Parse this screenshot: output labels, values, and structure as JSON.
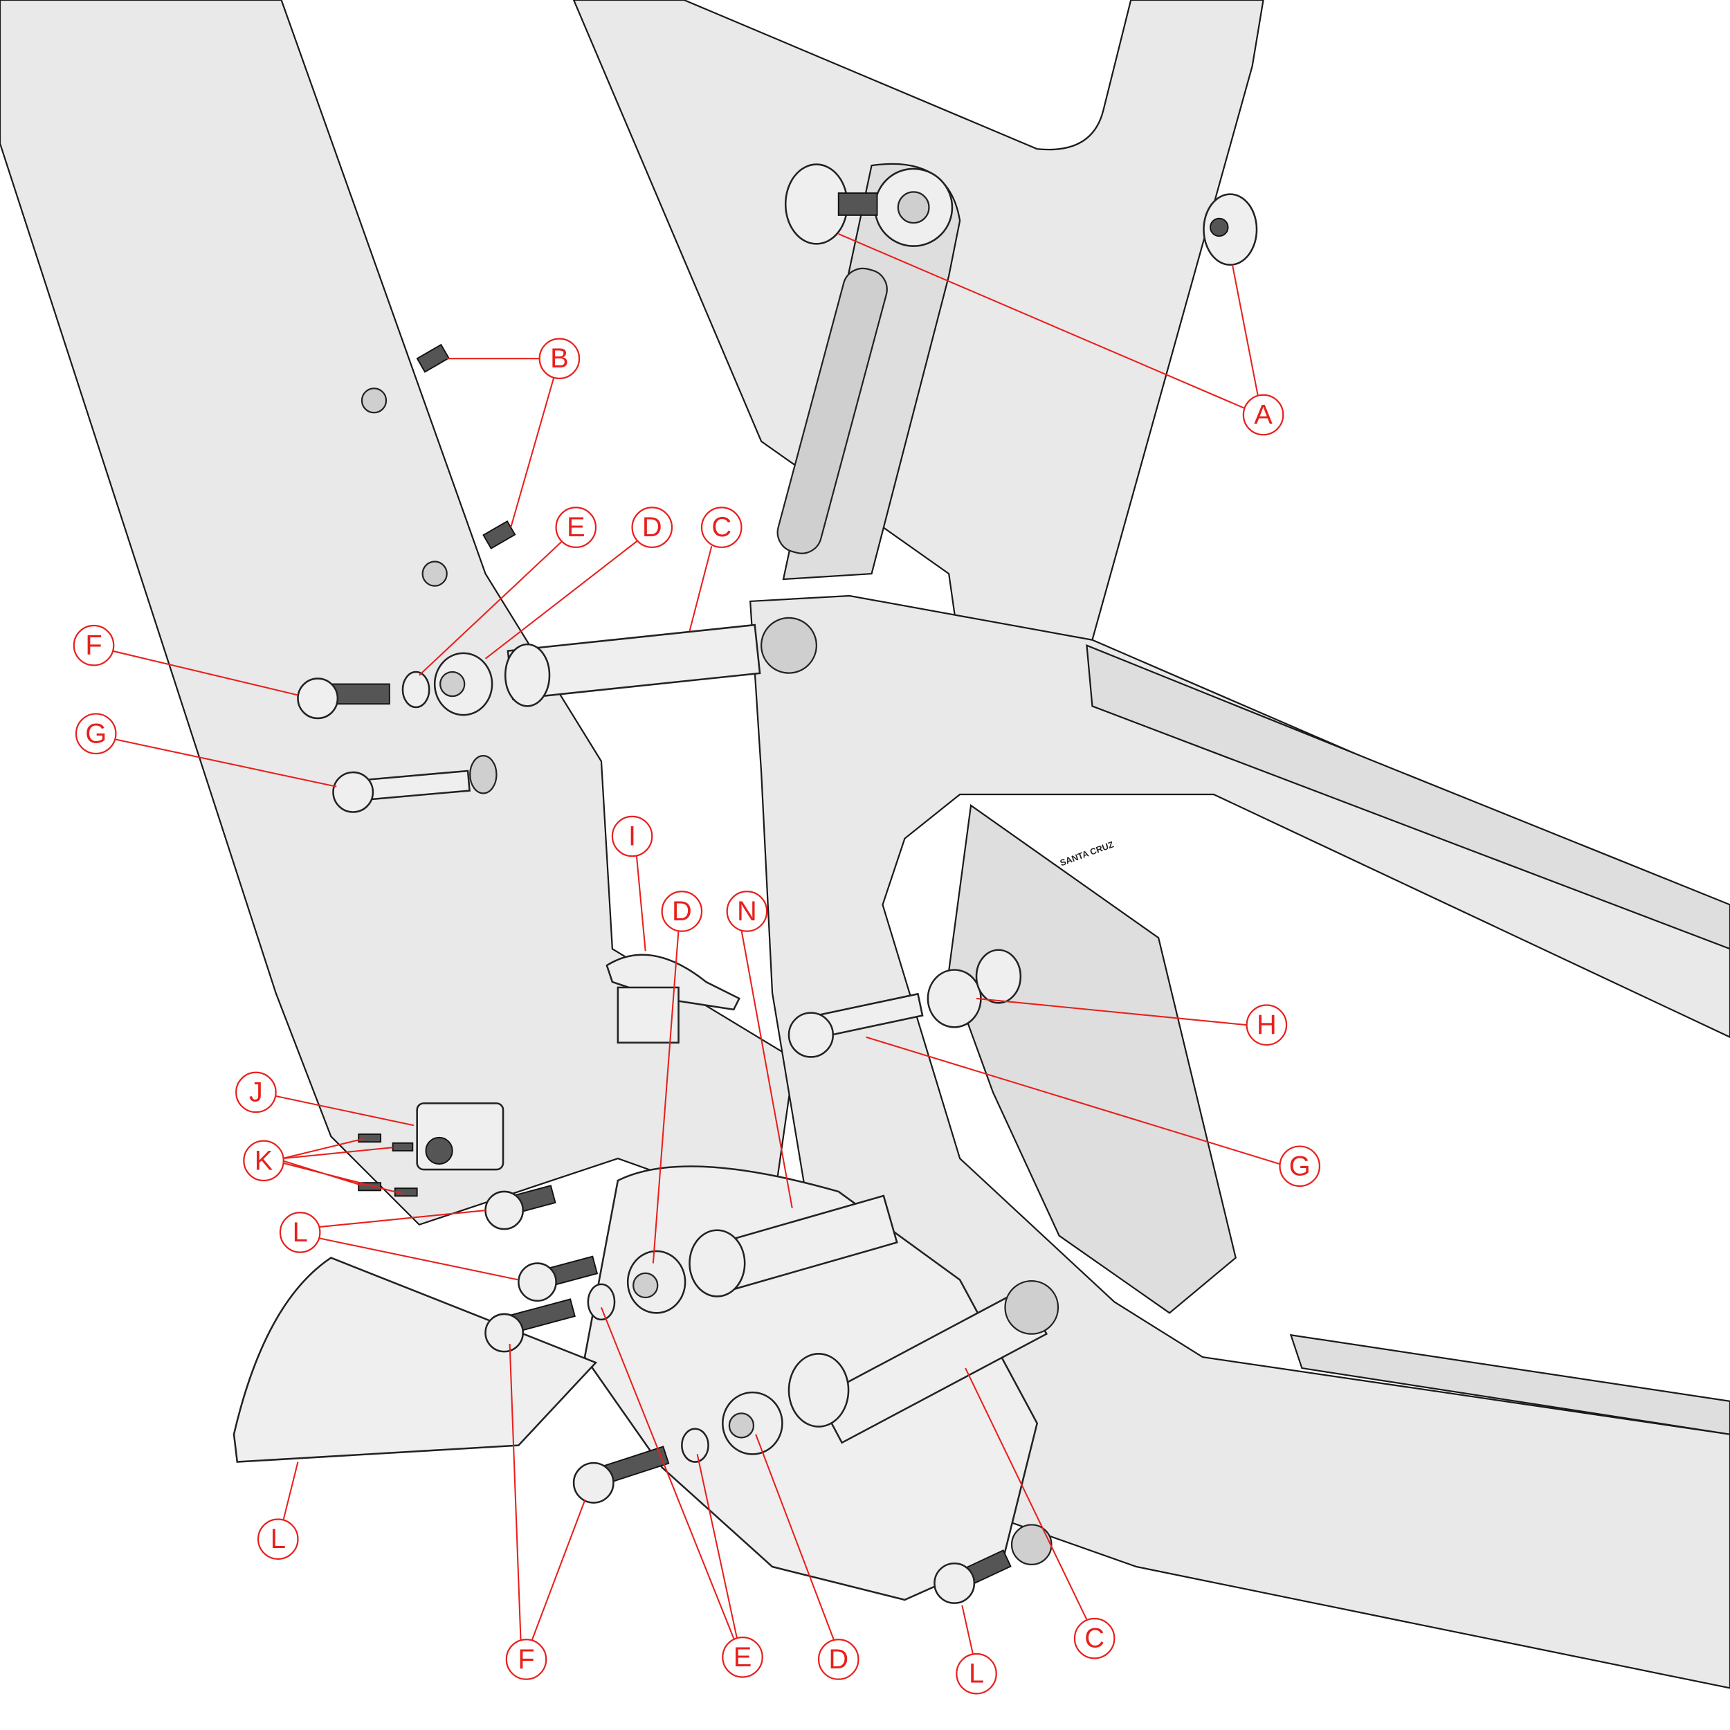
{
  "diagram": {
    "title": "Frame hardware exploded view",
    "accent_color": "#e8201c",
    "frame_logo": "SANTA CRUZ",
    "callouts": {
      "A": "A",
      "B": "B",
      "C_top": "C",
      "D_top": "D",
      "E_top": "E",
      "F_left": "F",
      "G_left": "G",
      "I": "I",
      "D_mid": "D",
      "N": "N",
      "H": "H",
      "J": "J",
      "K": "K",
      "G_right": "G",
      "L_left": "L",
      "L_skid": "L",
      "F_bottom": "F",
      "E_bottom": "E",
      "D_bottom": "D",
      "L_bottom": "L",
      "C_bottom": "C"
    }
  }
}
